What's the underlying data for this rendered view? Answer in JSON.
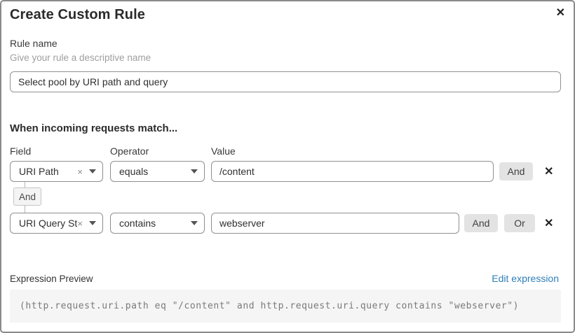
{
  "dialog": {
    "title": "Create Custom Rule",
    "close_icon": "✕"
  },
  "rule_name": {
    "label": "Rule name",
    "hint": "Give your rule a descriptive name",
    "value": "Select pool by URI path and query"
  },
  "match": {
    "heading": "When incoming requests match...",
    "columns": {
      "field": "Field",
      "operator": "Operator",
      "value": "Value"
    },
    "connector_label": "And",
    "rows": [
      {
        "field": "URI Path",
        "clear_icon": "×",
        "operator": "equals",
        "value": "/content",
        "and_button": "And",
        "remove_icon": "✕"
      },
      {
        "field": "URI Query St...",
        "clear_icon": "×",
        "operator": "contains",
        "value": "webserver",
        "and_button": "And",
        "or_button": "Or",
        "remove_icon": "✕"
      }
    ]
  },
  "expression": {
    "label": "Expression Preview",
    "edit_link": "Edit expression",
    "code": "(http.request.uri.path eq \"/content\" and http.request.uri.query contains \"webserver\")"
  },
  "colors": {
    "link": "#2f7fb8",
    "button_bg": "#e3e3e3",
    "code_bg": "#f5f5f5",
    "border": "#8a8a8a"
  }
}
